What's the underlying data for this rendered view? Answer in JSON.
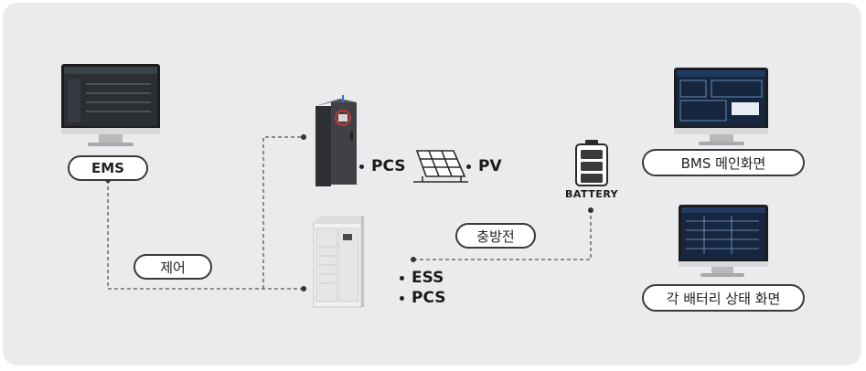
{
  "ems": {
    "label": "EMS"
  },
  "control": {
    "label": "제어"
  },
  "charge": {
    "label": "충방전"
  },
  "pcs_pv": {
    "pcs": "PCS",
    "pv": "PV"
  },
  "ess_pcs": {
    "ess": "ESS",
    "pcs": "PCS"
  },
  "battery": {
    "label": "BATTERY"
  },
  "bms_main": {
    "label": "BMS 메인화면"
  },
  "battery_status": {
    "label": "각 배터리 상태 화면"
  },
  "colors": {
    "panel": "#ebebed",
    "line": "#555555",
    "accent": "#c0392b"
  }
}
